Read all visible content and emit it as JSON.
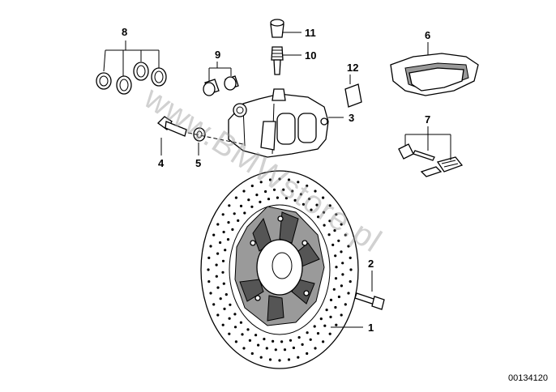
{
  "callouts": {
    "c1": "1",
    "c2": "2",
    "c3": "3",
    "c4": "4",
    "c5": "5",
    "c6": "6",
    "c7": "7",
    "c8": "8",
    "c9": "9",
    "c10": "10",
    "c11": "11",
    "c12": "12"
  },
  "document_id": "00134120",
  "watermark": "www.BMWstore.pl"
}
